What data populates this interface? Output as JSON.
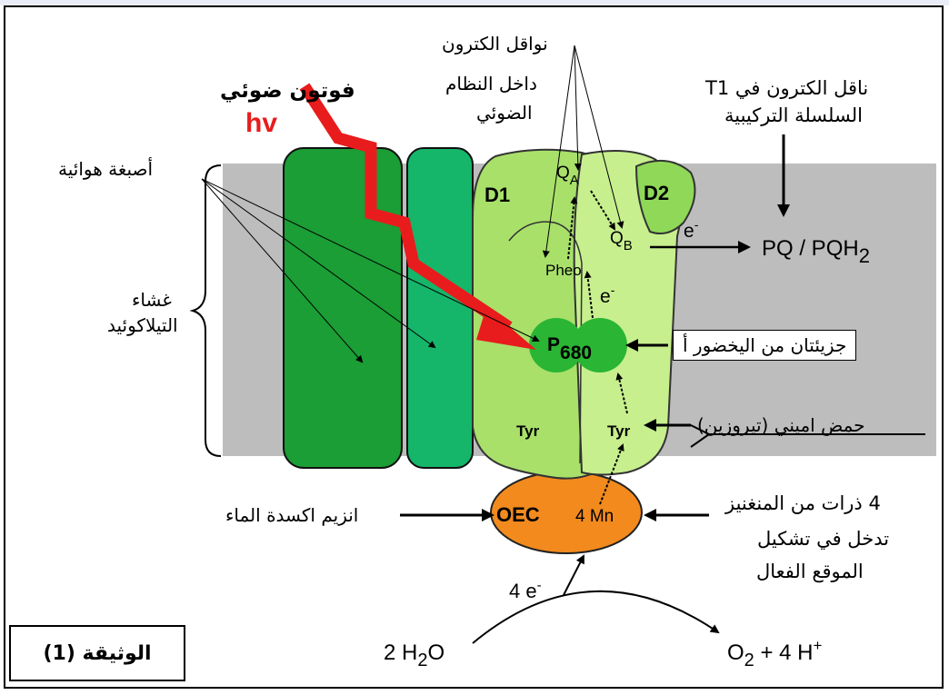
{
  "labels": {
    "photon": "فوتون ضوئي",
    "hv": "hv",
    "pigments": "أصبغة هوائية",
    "membrane_line1": "غشاء",
    "membrane_line2": "التيلاكوئيد",
    "carriers_line1": "نواقل الكترون",
    "carriers_line2": "داخل النظام",
    "carriers_line3": "الضوئي",
    "t1_line1": "T1 ناقل الكترون في",
    "t1_line2": "السلسلة التركيبية",
    "chlorophyll": "جزيئتان من اليخضور أ",
    "amino_acid": "حمض اميني (تيروزين)",
    "enzyme": "انزيم اكسدة الماء",
    "mn_line1": "4 ذرات من المنغنيز",
    "mn_line2": "تدخل في تشكيل",
    "mn_line3": "الموقع الفعال",
    "document": "الوثيقة (1)"
  },
  "diagram": {
    "d1": "D1",
    "d2": "D2",
    "qa": "Q",
    "qa_sub": "A",
    "qb": "Q",
    "qb_sub": "B",
    "pheo": "Pheo",
    "p680": "P",
    "p680_sub": "680",
    "tyr_left": "Tyr",
    "tyr_right": "Tyr",
    "oec": "OEC",
    "mn": "4 Mn",
    "e_minus_1": "e",
    "e_minus_2": "e",
    "e_minus_3": "4 e",
    "pq": "PQ / PQH",
    "pq_sub": "2",
    "water": "2 H",
    "water_sub": "2",
    "water_o": "O",
    "products": "O",
    "products_sub": "2",
    "products_rest": " + 4 H",
    "products_sup": "+"
  },
  "colors": {
    "membrane": "#bdbdbd",
    "antenna_dark": "#1a9e35",
    "antenna_mid": "#15b56a",
    "d1": "#a8e06a",
    "d2": "#c7ef8e",
    "d2_cap": "#8fd858",
    "p680": "#2ab534",
    "oec": "#f28a1e",
    "photon_arrow": "#e81c1c"
  }
}
